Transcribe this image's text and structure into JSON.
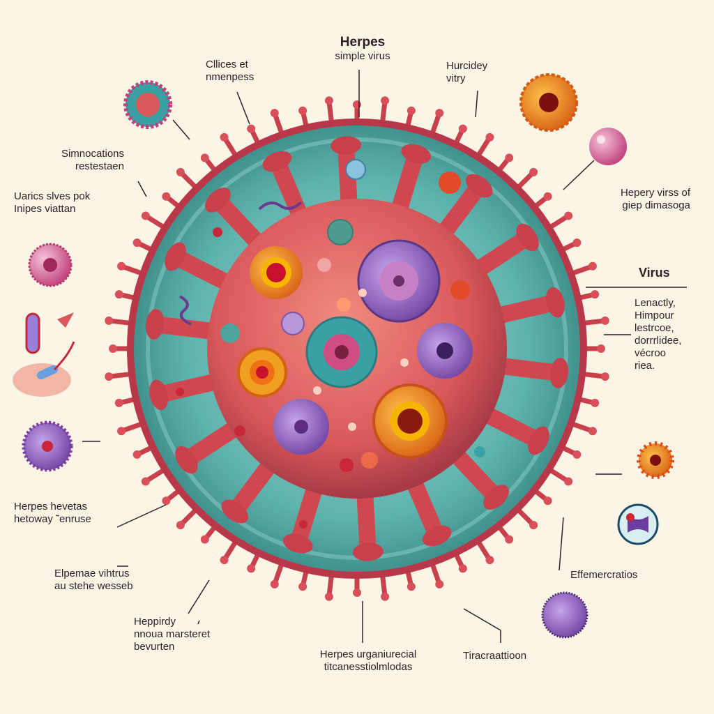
{
  "title": {
    "line1": "Herpes",
    "line2": "simple virus"
  },
  "labels": {
    "top_left_1": "Cllices et",
    "top_left_2": "nmenpess",
    "top_right_1": "Hurcidey",
    "top_right_2": "vitry",
    "left_1a": "Simnocations",
    "left_1b": "restestaen",
    "left_2a": "Uarics slves pok",
    "left_2b": "Inipes viattan",
    "right_1a": "Hepery virss of",
    "right_1b": "giep dimasoga",
    "virus": "Virus",
    "right_list_1": "Lenactly,",
    "right_list_2": "Himpour",
    "right_list_3": "lestrcoe,",
    "right_list_4": "dorrrlidee,",
    "right_list_5": "vécroo",
    "right_list_6": "riea.",
    "left_3a": "Herpes hevetas",
    "left_3b": "hetoway ˜enruse",
    "right_2": "Effemercratios",
    "left_4a": "Elpemae vihtrus",
    "left_4b": "au stehe wesseb",
    "bottom_left_1": "Heppirdy",
    "bottom_left_2": "nnoua marsteret",
    "bottom_left_3": "bevurten",
    "bottom_center_1": "Herpes urganiurecial",
    "bottom_center_2": "titcanesstiolmlodas",
    "bottom_right": "Tiracraattioon"
  },
  "colors": {
    "background": "#fbf5e6",
    "capsid": "#d9585a",
    "envelope": "#5fb3ad",
    "spike": "#c8404c",
    "accent_orange": "#f08a1c",
    "accent_purple": "#8a5cb8"
  },
  "icons": [
    "virus-particle-icon",
    "sphere-icon",
    "capsule-icon",
    "pathogen-icon"
  ]
}
